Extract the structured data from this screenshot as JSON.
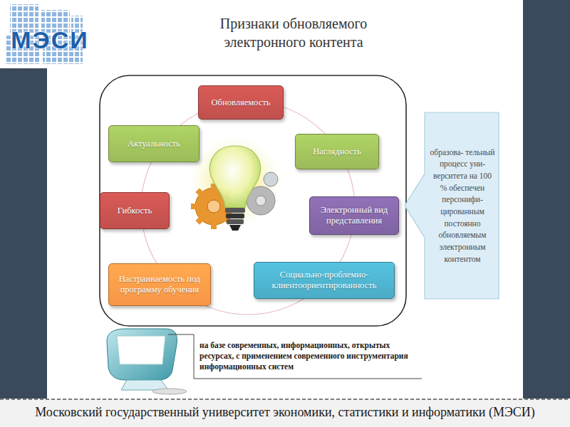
{
  "diagram": {
    "title": "Признаки обновляемого электронного контента",
    "nodes": [
      {
        "text": [
          "Обновляемость"
        ]
      },
      {
        "text": [
          "Актуальность"
        ]
      },
      {
        "text": [
          "Наглядность"
        ]
      },
      {
        "text": [
          "Гибкость"
        ]
      },
      {
        "text": [
          "Электронный вид представления"
        ]
      },
      {
        "text": [
          "Настраиваемость под программу обучения"
        ]
      },
      {
        "text": [
          "Социально-проблемно-клиентоориентированность"
        ]
      },
      {
        "text": [
          "образова- тельный процесс уни- верситета на 100 % обеспечен персонифи- цированным постоянно обновляемым электронным контентом"
        ]
      }
    ],
    "labels": [
      "МЭСИ",
      "на базе современных, информационных, открытых ресурсах, с применением современного инструментария информационных систем",
      "Московский государственный университет экономики, статистики и информатики (МЭСИ)"
    ]
  }
}
